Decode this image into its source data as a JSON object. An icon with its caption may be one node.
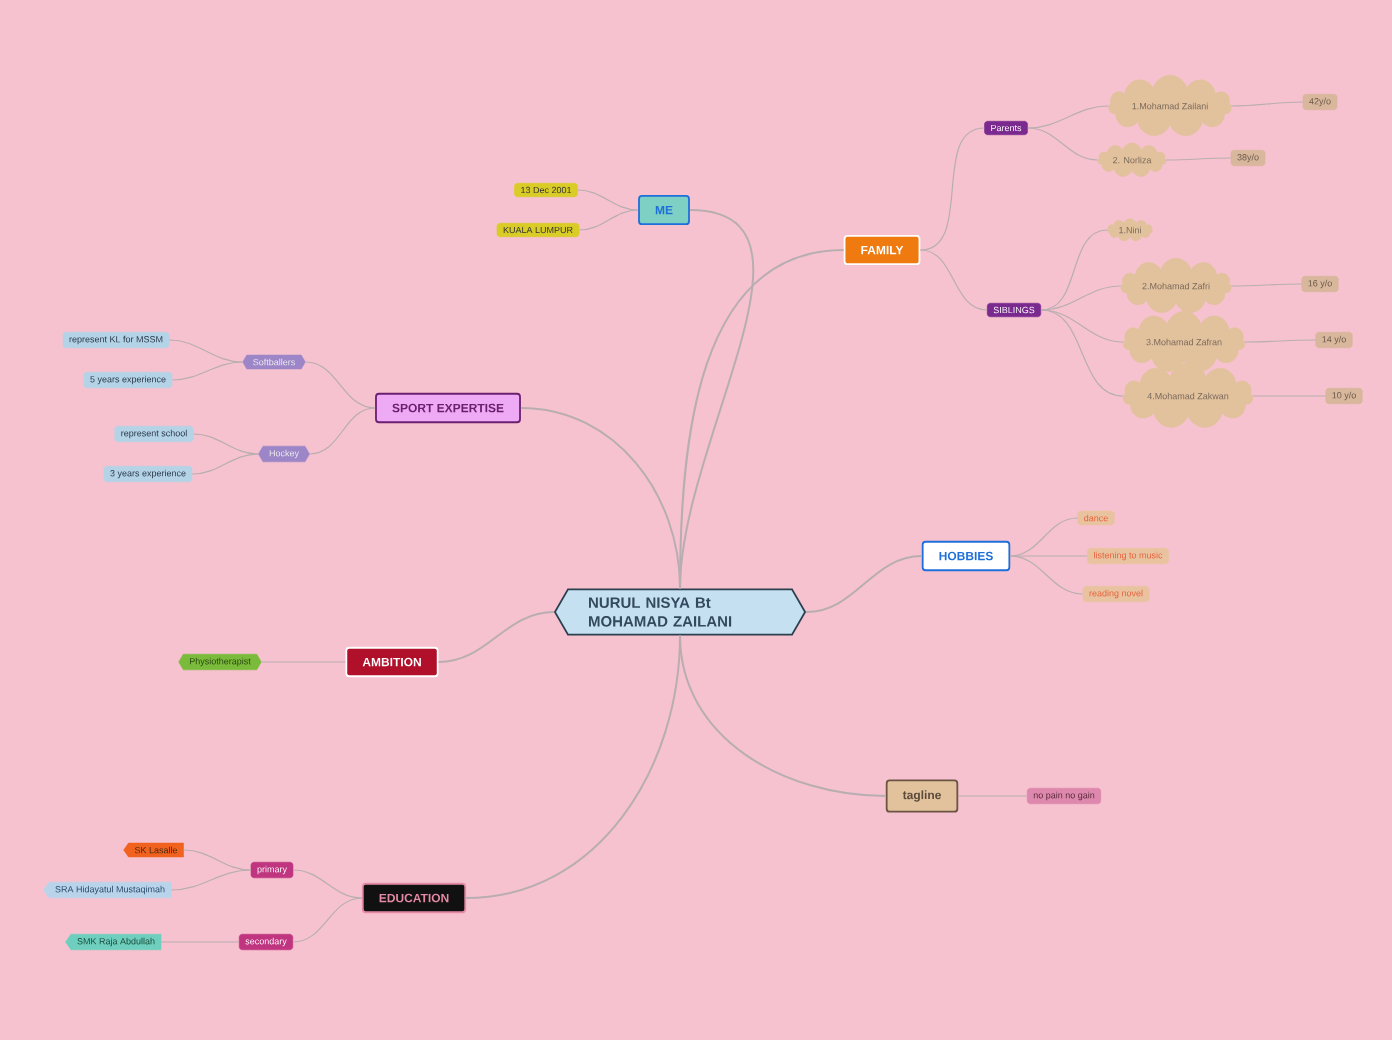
{
  "diagram": {
    "nodes": [
      {
        "text": [
          "NURUL NISYA Bt MOHAMAD ZAILANI"
        ]
      },
      {
        "text": [
          "ME"
        ]
      },
      {
        "text": [
          "13 Dec 2001"
        ]
      },
      {
        "text": [
          "KUALA LUMPUR"
        ]
      },
      {
        "text": [
          "FAMILY"
        ]
      },
      {
        "text": [
          "Parents"
        ]
      },
      {
        "text": [
          "1.Mohamad Zailani"
        ]
      },
      {
        "text": [
          "42y/o"
        ]
      },
      {
        "text": [
          "2. Norliza"
        ]
      },
      {
        "text": [
          "38y/o"
        ]
      },
      {
        "text": [
          "SIBLINGS"
        ]
      },
      {
        "text": [
          "1.Nini"
        ]
      },
      {
        "text": [
          "2.Mohamad Zafri"
        ]
      },
      {
        "text": [
          "16 y/o"
        ]
      },
      {
        "text": [
          "3.Mohamad Zafran"
        ]
      },
      {
        "text": [
          "14 y/o"
        ]
      },
      {
        "text": [
          "4.Mohamad Zakwan"
        ]
      },
      {
        "text": [
          "10 y/o"
        ]
      },
      {
        "text": [
          "HOBBIES"
        ]
      },
      {
        "text": [
          "dance"
        ]
      },
      {
        "text": [
          "listening to music"
        ]
      },
      {
        "text": [
          "reading novel"
        ]
      },
      {
        "text": [
          "tagline"
        ]
      },
      {
        "text": [
          "no pain no gain"
        ]
      },
      {
        "text": [
          "EDUCATION"
        ]
      },
      {
        "text": [
          "primary"
        ]
      },
      {
        "text": [
          "SK Lasalle"
        ]
      },
      {
        "text": [
          "SRA Hidayatul Mustaqimah"
        ]
      },
      {
        "text": [
          "secondary"
        ]
      },
      {
        "text": [
          "SMK Raja Abdullah"
        ]
      },
      {
        "text": [
          "AMBITION"
        ]
      },
      {
        "text": [
          "Physiotherapist"
        ]
      },
      {
        "text": [
          "SPORT EXPERTISE"
        ]
      },
      {
        "text": [
          "Softballers"
        ]
      },
      {
        "text": [
          "represent KL for MSSM"
        ]
      },
      {
        "text": [
          "5 years experience"
        ]
      },
      {
        "text": [
          "Hockey"
        ]
      },
      {
        "text": [
          "represent school"
        ]
      },
      {
        "text": [
          "3 years experience"
        ]
      }
    ],
    "edges": [
      {
        "from": 0,
        "to": 1,
        "arrow": "none"
      },
      {
        "from": 1,
        "to": 2,
        "arrow": "none"
      },
      {
        "from": 1,
        "to": 3,
        "arrow": "none"
      },
      {
        "from": 0,
        "to": 4,
        "arrow": "none"
      },
      {
        "from": 4,
        "to": 5,
        "arrow": "none"
      },
      {
        "from": 5,
        "to": 6,
        "arrow": "none"
      },
      {
        "from": 6,
        "to": 7,
        "arrow": "none"
      },
      {
        "from": 5,
        "to": 8,
        "arrow": "none"
      },
      {
        "from": 8,
        "to": 9,
        "arrow": "none"
      },
      {
        "from": 4,
        "to": 10,
        "arrow": "none"
      },
      {
        "from": 10,
        "to": 11,
        "arrow": "none"
      },
      {
        "from": 10,
        "to": 12,
        "arrow": "none"
      },
      {
        "from": 12,
        "to": 13,
        "arrow": "none"
      },
      {
        "from": 10,
        "to": 14,
        "arrow": "none"
      },
      {
        "from": 14,
        "to": 15,
        "arrow": "none"
      },
      {
        "from": 10,
        "to": 16,
        "arrow": "none"
      },
      {
        "from": 16,
        "to": 17,
        "arrow": "none"
      },
      {
        "from": 0,
        "to": 18,
        "arrow": "none"
      },
      {
        "from": 18,
        "to": 19,
        "arrow": "none"
      },
      {
        "from": 18,
        "to": 20,
        "arrow": "none"
      },
      {
        "from": 18,
        "to": 21,
        "arrow": "none"
      },
      {
        "from": 0,
        "to": 22,
        "arrow": "none"
      },
      {
        "from": 22,
        "to": 23,
        "arrow": "none"
      },
      {
        "from": 0,
        "to": 24,
        "arrow": "none"
      },
      {
        "from": 24,
        "to": 25,
        "arrow": "none"
      },
      {
        "from": 25,
        "to": 26,
        "arrow": "none"
      },
      {
        "from": 25,
        "to": 27,
        "arrow": "none"
      },
      {
        "from": 24,
        "to": 28,
        "arrow": "none"
      },
      {
        "from": 28,
        "to": 29,
        "arrow": "none"
      },
      {
        "from": 0,
        "to": 30,
        "arrow": "none"
      },
      {
        "from": 30,
        "to": 31,
        "arrow": "none"
      },
      {
        "from": 0,
        "to": 32,
        "arrow": "none"
      },
      {
        "from": 32,
        "to": 33,
        "arrow": "none"
      },
      {
        "from": 33,
        "to": 34,
        "arrow": "none"
      },
      {
        "from": 33,
        "to": 35,
        "arrow": "none"
      },
      {
        "from": 32,
        "to": 36,
        "arrow": "none"
      },
      {
        "from": 36,
        "to": 37,
        "arrow": "none"
      },
      {
        "from": 36,
        "to": 38,
        "arrow": "none"
      }
    ]
  }
}
